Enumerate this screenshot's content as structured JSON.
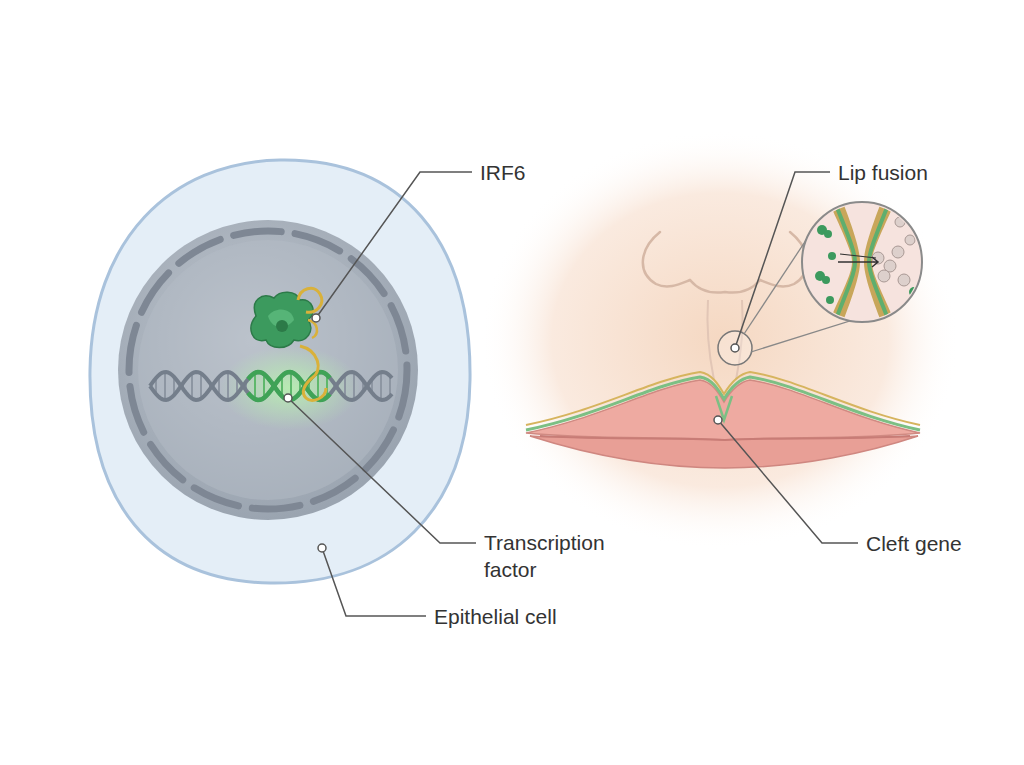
{
  "diagram": {
    "labels": [
      "IRF6",
      "Lip fusion",
      "Transcription factor",
      "Cleft gene",
      "Epithelial cell"
    ]
  }
}
